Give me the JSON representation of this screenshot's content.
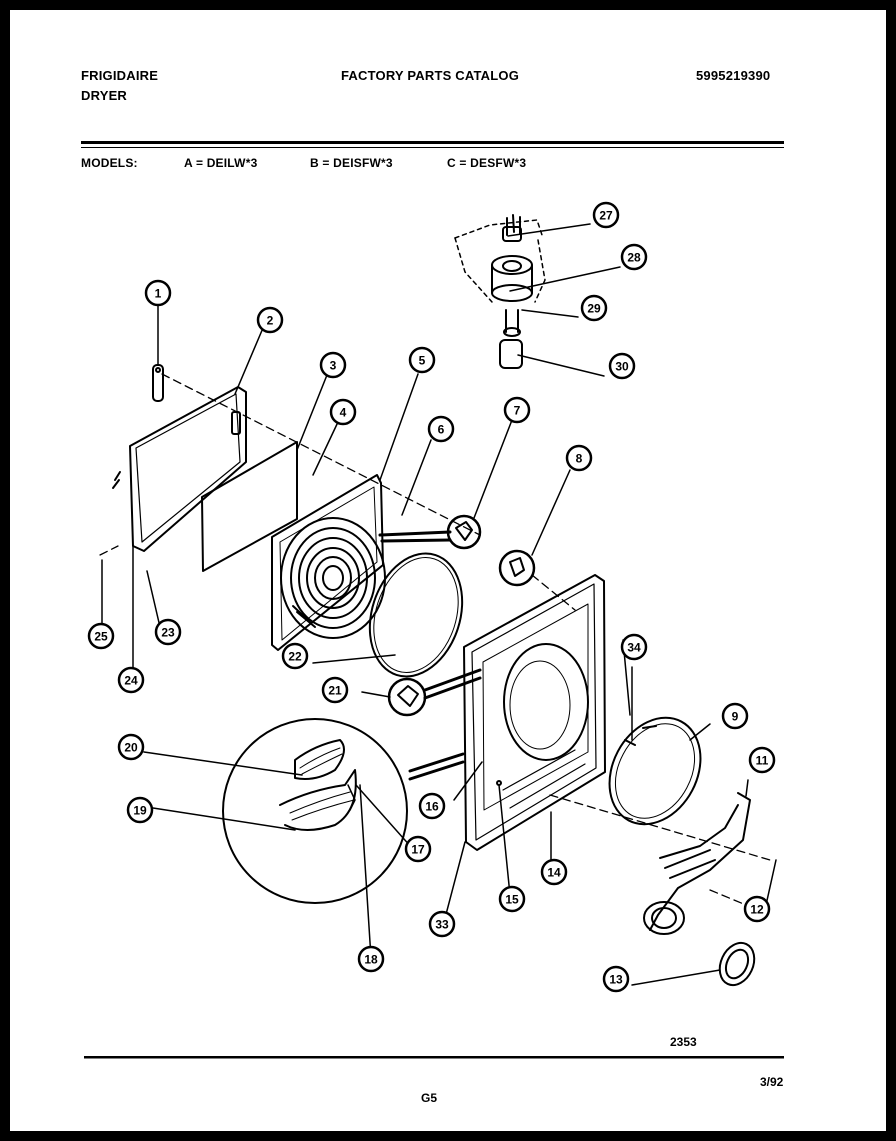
{
  "header": {
    "brand": "FRIGIDAIRE",
    "product": "DRYER",
    "title": "FACTORY PARTS CATALOG",
    "catalog_number": "5995219390"
  },
  "models": {
    "label": "MODELS:",
    "a": "A = DEILW*3",
    "b": "B = DEISFW*3",
    "c": "C = DESFW*3"
  },
  "callouts": [
    "1",
    "2",
    "3",
    "4",
    "5",
    "6",
    "7",
    "8",
    "9",
    "11",
    "12",
    "13",
    "14",
    "15",
    "16",
    "17",
    "18",
    "19",
    "20",
    "21",
    "22",
    "23",
    "24",
    "25",
    "27",
    "28",
    "29",
    "30",
    "33",
    "34"
  ],
  "footer": {
    "drawing_number": "2353",
    "page_code": "G5",
    "date": "3/92"
  }
}
